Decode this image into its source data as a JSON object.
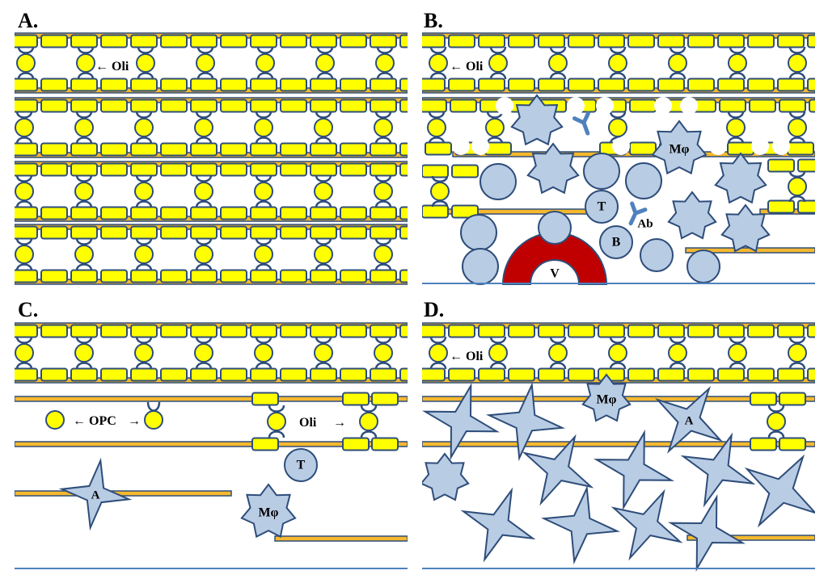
{
  "panels": {
    "a": {
      "label": "A."
    },
    "b": {
      "label": "B."
    },
    "c": {
      "label": "C."
    },
    "d": {
      "label": "D."
    }
  },
  "labels": {
    "oli_arrow": "← Oli",
    "oli": "Oli",
    "oli_right_arrow": "→",
    "opc_left": "← OPC",
    "opc_right": "→",
    "t_cell": "T",
    "b_cell": "B",
    "vessel": "V",
    "antibody": "Ab",
    "macrophage": "Mφ",
    "astrocyte": "A"
  },
  "colors": {
    "myelin": "#ffff00",
    "outline": "#2e4d7a",
    "axon": "#f5b82e",
    "cell": "#b8cce4",
    "vessel": "#c00000",
    "antibody": "#4f81bd",
    "baseline": "#4f81bd"
  }
}
